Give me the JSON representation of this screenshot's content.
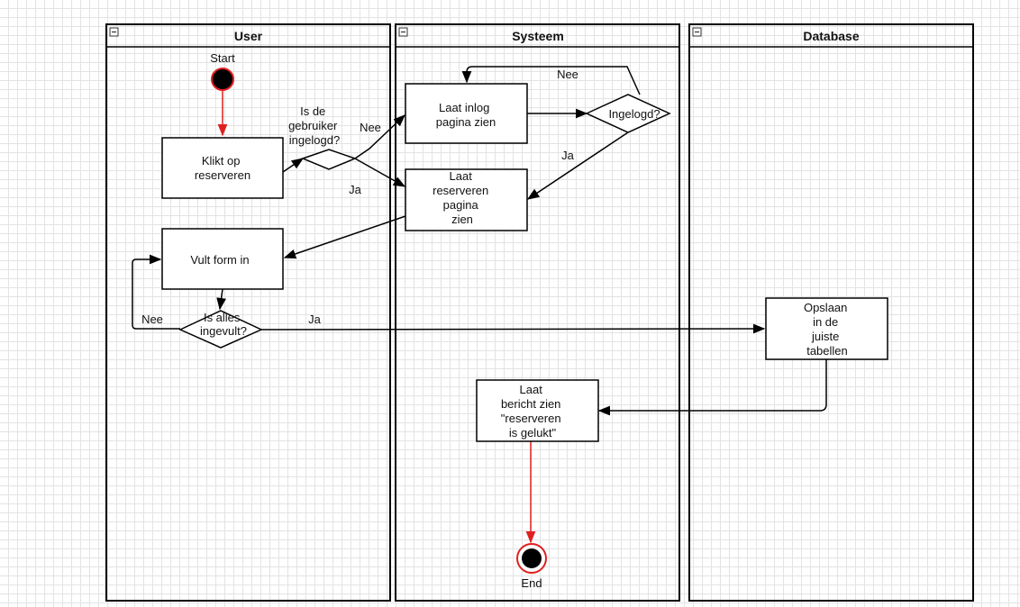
{
  "lanes": {
    "user": "User",
    "systeem": "Systeem",
    "database": "Database"
  },
  "nodes": {
    "start": "Start",
    "end": "End",
    "klikt_op_reserveren": [
      "Klikt op",
      "reserveren"
    ],
    "vult_form_in": [
      "Vult form in"
    ],
    "laat_inlog_pagina_zien": [
      "Laat inlog",
      "pagina zien"
    ],
    "laat_reserveren_pagina_zien": [
      "Laat",
      "reserveren",
      "pagina",
      "zien"
    ],
    "opslaan": [
      "Opslaan",
      "in de",
      "juiste",
      "tabellen"
    ],
    "laat_bericht_zien": [
      "Laat",
      "bericht zien",
      "\"reserveren",
      "is gelukt\""
    ]
  },
  "decisions": {
    "is_de_gebruiker_ingelogd": [
      "Is de",
      "gebruiker",
      "ingelogd?"
    ],
    "ingelogd": "Ingelogd?",
    "is_alles_ingevuld": [
      "Is alles",
      "ingevult?"
    ]
  },
  "edge_labels": {
    "nee_to_login": "Nee",
    "ja_to_reserveren": "Ja",
    "nee_loop_login": "Nee",
    "ja_ingelogd": "Ja",
    "nee_form": "Nee",
    "ja_form": "Ja"
  },
  "colors": {
    "line": "#000000",
    "start_end_arrow": "#e02020",
    "node_fill": "#ffffff"
  }
}
